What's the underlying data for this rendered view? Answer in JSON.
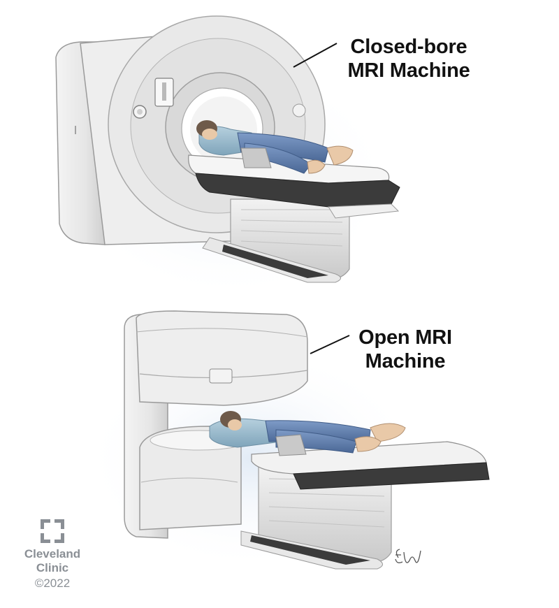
{
  "callouts": {
    "closed_bore": {
      "line1": "Closed-bore",
      "line2": "MRI Machine"
    },
    "open": {
      "line1": "Open MRI",
      "line2": "Machine"
    }
  },
  "branding": {
    "name_line1": "Cleveland",
    "name_line2": "Clinic",
    "copyright": "©2022"
  },
  "colors": {
    "machine_light": "#eeeeee",
    "machine_mid": "#d6d6d6",
    "machine_shadow": "#a9a9a9",
    "table_dark": "#3b3b3b",
    "glow": "#dfe9f5",
    "scrubs": "#8fb3c7",
    "jeans": "#5b79a8",
    "skin": "#e9c9a8",
    "logo_gray": "#8a8f95"
  }
}
